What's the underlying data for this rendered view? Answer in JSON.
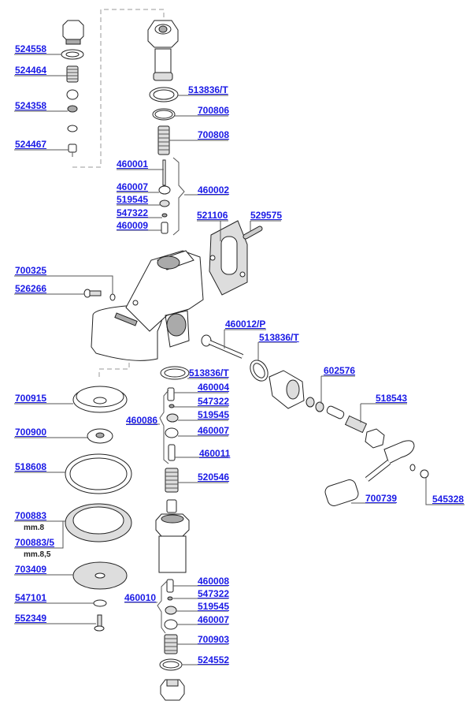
{
  "diagram": {
    "title": "Espresso group head exploded parts diagram",
    "link_color": "#1a1ae6",
    "labels": {
      "p524558": "524558",
      "p524464": "524464",
      "p524358": "524358",
      "p524467": "524467",
      "p513836t_top": "513836/T",
      "p700806": "700806",
      "p700808": "700808",
      "p460001": "460001",
      "p460007_a": "460007",
      "p519545_a": "519545",
      "p547322_a": "547322",
      "p460009": "460009",
      "p460002": "460002",
      "p521106": "521106",
      "p529575": "529575",
      "p700325": "700325",
      "p526266": "526266",
      "p460012p": "460012/P",
      "p513836t_mid": "513836/T",
      "p602576": "602576",
      "p518543": "518543",
      "p545328": "545328",
      "p700739": "700739",
      "p513836t_low": "513836/T",
      "p460004": "460004",
      "p547322_b": "547322",
      "p519545_b": "519545",
      "p460007_b": "460007",
      "p460086": "460086",
      "p460011": "460011",
      "p520546": "520546",
      "p700915": "700915",
      "p700900": "700900",
      "p518608": "518608",
      "p700883": "700883",
      "p700883_size": "mm.8",
      "p700883_5": "700883/5",
      "p700883_5_size": "mm.8,5",
      "p703409": "703409",
      "p547101": "547101",
      "p552349": "552349",
      "p460008": "460008",
      "p547322_c": "547322",
      "p519545_c": "519545",
      "p460007_c": "460007",
      "p460010": "460010",
      "p700903": "700903",
      "p524552": "524552"
    }
  }
}
